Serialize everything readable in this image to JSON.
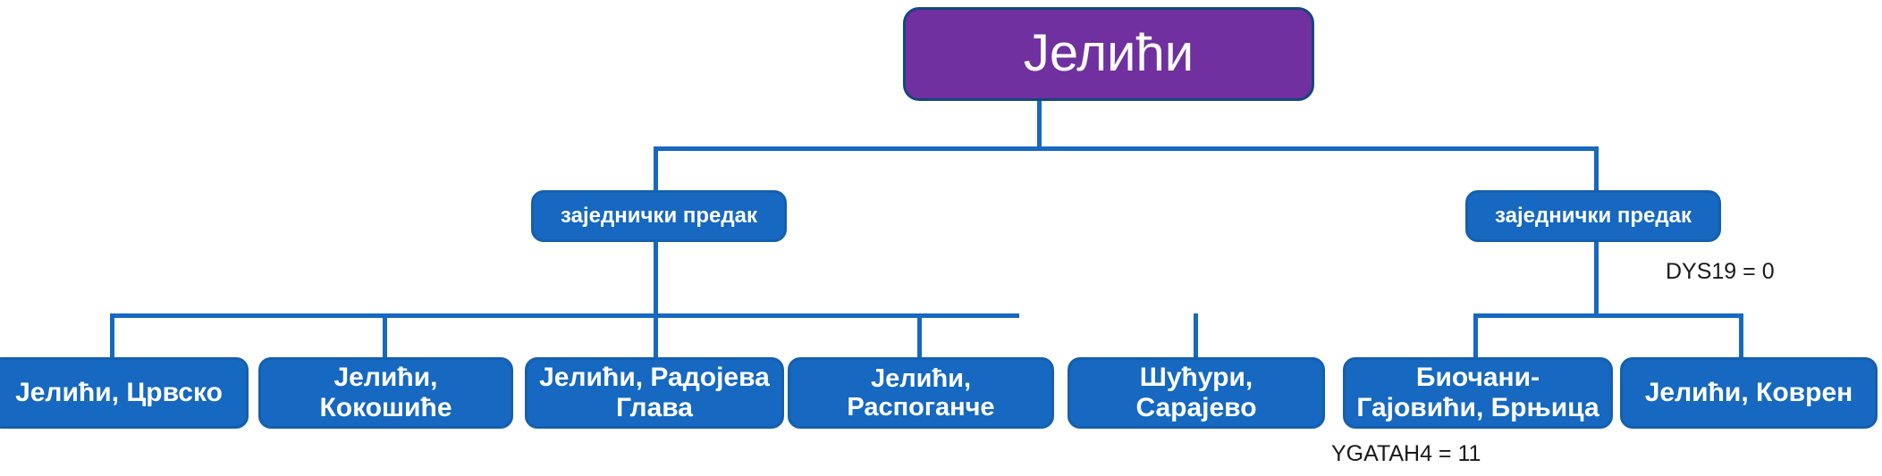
{
  "diagram": {
    "title_node": {
      "label": "Јелићи"
    },
    "level2": [
      {
        "id": "left-common-ancestor",
        "label": "заједнички предак"
      },
      {
        "id": "right-common-ancestor",
        "label": "заједнички предак"
      }
    ],
    "level3_left": [
      {
        "id": "jelici-crvsko",
        "label": "Јелићи, Црвско"
      },
      {
        "id": "jelici-kokosice",
        "label": "Јелићи, Кокошиће"
      },
      {
        "id": "jelici-radojeva-glava",
        "label": "Јелићи, Радојева Глава"
      },
      {
        "id": "jelici-raspogance",
        "label": "Јелићи, Распоганче"
      },
      {
        "id": "sucuri-sarajevo",
        "label": "Шућури, Сарајево"
      }
    ],
    "level3_right": [
      {
        "id": "biocani-gajovici-brnjica",
        "label": "Биочани-Гајовићи, Брњица"
      },
      {
        "id": "jelici-kovren",
        "label": "Јелићи, Коврен"
      }
    ],
    "annotations": [
      {
        "id": "dys19",
        "label": "DYS19 = 0"
      },
      {
        "id": "ygatah4",
        "label": "YGATAH4 = 11"
      }
    ],
    "colors": {
      "root_fill": "#7030A0",
      "root_border": "#17457E",
      "node_fill": "#1668C0",
      "node_border": "#155FAE",
      "connector": "#1668C0",
      "text": "#FFFFFF",
      "annotation_text": "#1A1A1A",
      "background": "#FFFFFF"
    }
  }
}
